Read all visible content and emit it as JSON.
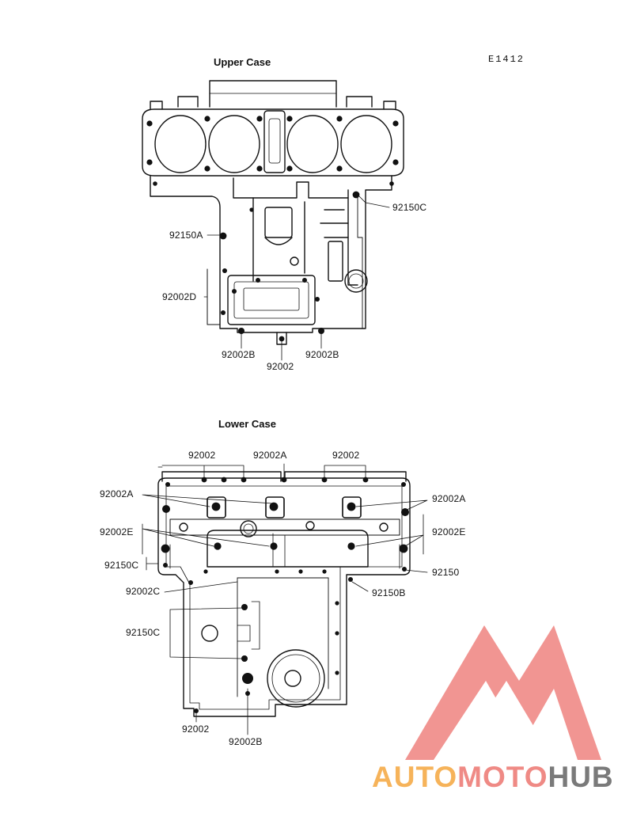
{
  "diagram_code": "E1412",
  "upper": {
    "title": "Upper Case",
    "labels": {
      "l_92150C": "92150C",
      "l_92150A": "92150A",
      "l_92002D": "92002D",
      "l_92002B_left": "92002B",
      "l_92002": "92002",
      "l_92002B_right": "92002B"
    }
  },
  "lower": {
    "title": "Lower Case",
    "labels": {
      "l_92002_top_left": "92002",
      "l_92002A_top": "92002A",
      "l_92002_top_right": "92002",
      "l_92002A_left": "92002A",
      "l_92002A_right": "92002A",
      "l_92002E_left": "92002E",
      "l_92002E_right": "92002E",
      "l_92150C_left": "92150C",
      "l_92150_right": "92150",
      "l_92002C": "92002C",
      "l_92150B": "92150B",
      "l_92150C_mid": "92150C",
      "l_92002_bottom": "92002",
      "l_92002B_bottom": "92002B"
    }
  },
  "watermark": {
    "part1": "AUTO",
    "part2": "MOTO",
    "part3": "HUB",
    "color1": "#f6b35a",
    "color2": "#ef8a85",
    "color3": "#7a7a7a",
    "logo_color": "#f08a86"
  }
}
